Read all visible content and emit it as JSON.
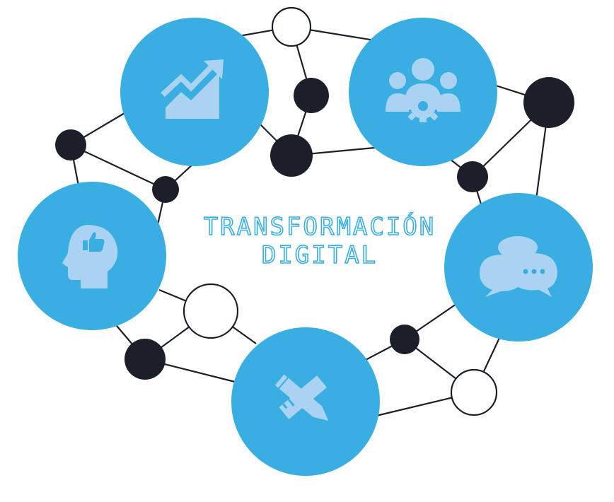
{
  "title": {
    "line1": "TRANSFORMACIÓN",
    "line2": "DIGITAL"
  },
  "colors": {
    "hub": "#39aee3",
    "icon": "#a9d3f1",
    "node_dark": "#1b1f2a",
    "edge": "#1b1f2a",
    "title": "#39aee3"
  },
  "hubs": [
    {
      "id": "growth",
      "icon": "growth-chart-icon"
    },
    {
      "id": "team",
      "icon": "team-gear-icon"
    },
    {
      "id": "mind",
      "icon": "head-thumbs-up-icon"
    },
    {
      "id": "chat",
      "icon": "chat-bubbles-icon"
    },
    {
      "id": "design",
      "icon": "pencil-ruler-icon"
    }
  ]
}
